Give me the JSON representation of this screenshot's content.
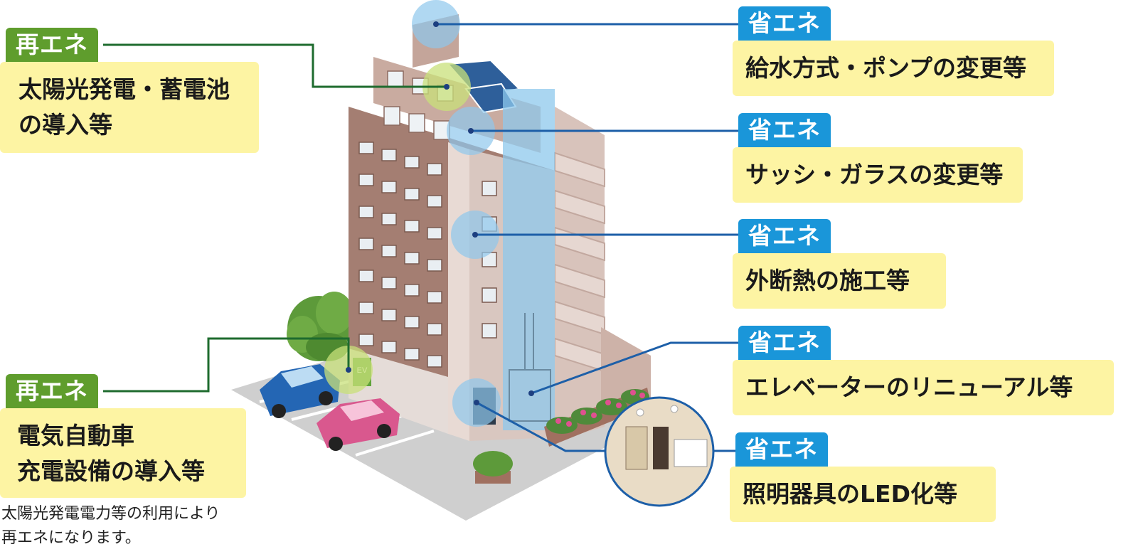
{
  "labels": {
    "renewable": "再エネ",
    "saving": "省エネ"
  },
  "items": {
    "solar": [
      "太陽光発電・蓄電池",
      "の導入等"
    ],
    "ev": [
      "電気自動車",
      "充電設備の導入等"
    ],
    "water": "給水方式・ポンプの変更等",
    "sash": "サッシ・ガラスの変更等",
    "insulation": "外断熱の施工等",
    "elevator": "エレベーターのリニューアル等",
    "lighting": "照明器具のLED化等"
  },
  "ev_sign": "EV",
  "note": [
    "太陽光発電電力等の利用により",
    "再エネになります。"
  ],
  "colors": {
    "renewable": "#5f9d2d",
    "saving": "#1a96d9",
    "box": "#fdf4a3",
    "line_green": "#1e6b2e",
    "line_blue": "#1d5fa8"
  }
}
